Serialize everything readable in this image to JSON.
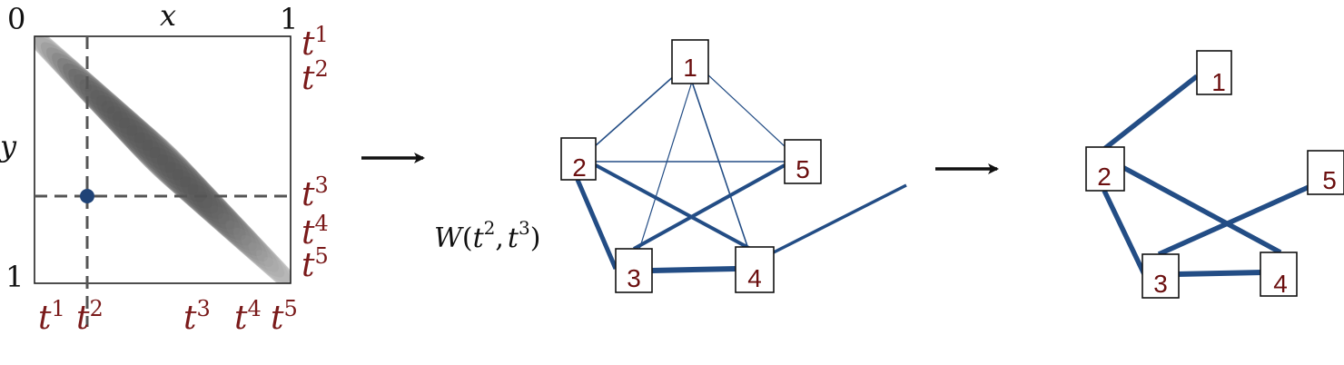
{
  "matrix_panel": {
    "x_axis_label": "x",
    "y_axis_label": "y",
    "corner_top_left": "0",
    "corner_top_right": "1",
    "corner_bottom_left": "1",
    "t_labels": [
      {
        "base": "t",
        "sup": "1"
      },
      {
        "base": "t",
        "sup": "2"
      },
      {
        "base": "t",
        "sup": "3"
      },
      {
        "base": "t",
        "sup": "4"
      },
      {
        "base": "t",
        "sup": "5"
      }
    ]
  },
  "weight_label": {
    "func": "W",
    "open": "(",
    "arg1_base": "t",
    "arg1_sup": "2",
    "comma": ",",
    "arg2_base": "t",
    "arg2_sup": "3",
    "close": ")"
  },
  "complete_graph": {
    "nodes": [
      "1",
      "2",
      "3",
      "4",
      "5"
    ]
  },
  "sampled_graph": {
    "nodes": [
      "1",
      "2",
      "3",
      "4",
      "5"
    ]
  },
  "colors": {
    "edge": "#234d85",
    "node_text": "#6b0f0f",
    "t_label": "#7a1a1a",
    "marker_dot": "#1f4377",
    "dashed": "#555555"
  }
}
